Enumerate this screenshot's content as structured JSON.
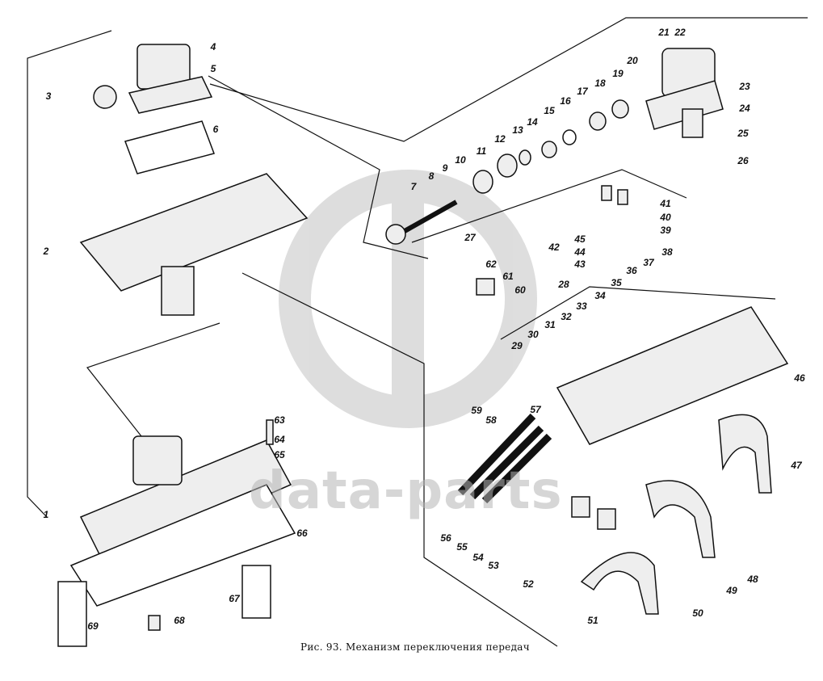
{
  "caption": "Рис. 93. Механизм переключения передач",
  "watermark": {
    "text": "data-parts",
    "color": "#b4b4b4"
  },
  "labels": [
    "1",
    "2",
    "3",
    "4",
    "5",
    "6",
    "7",
    "8",
    "9",
    "10",
    "11",
    "12",
    "13",
    "14",
    "15",
    "16",
    "17",
    "18",
    "19",
    "20",
    "21",
    "22",
    "23",
    "24",
    "25",
    "26",
    "27",
    "28",
    "29",
    "30",
    "31",
    "32",
    "33",
    "34",
    "35",
    "36",
    "37",
    "38",
    "39",
    "40",
    "41",
    "42",
    "43",
    "44",
    "45",
    "46",
    "47",
    "48",
    "49",
    "50",
    "51",
    "52",
    "53",
    "54",
    "55",
    "56",
    "57",
    "58",
    "59",
    "60",
    "61",
    "62",
    "63",
    "64",
    "65",
    "66",
    "67",
    "68",
    "69"
  ]
}
